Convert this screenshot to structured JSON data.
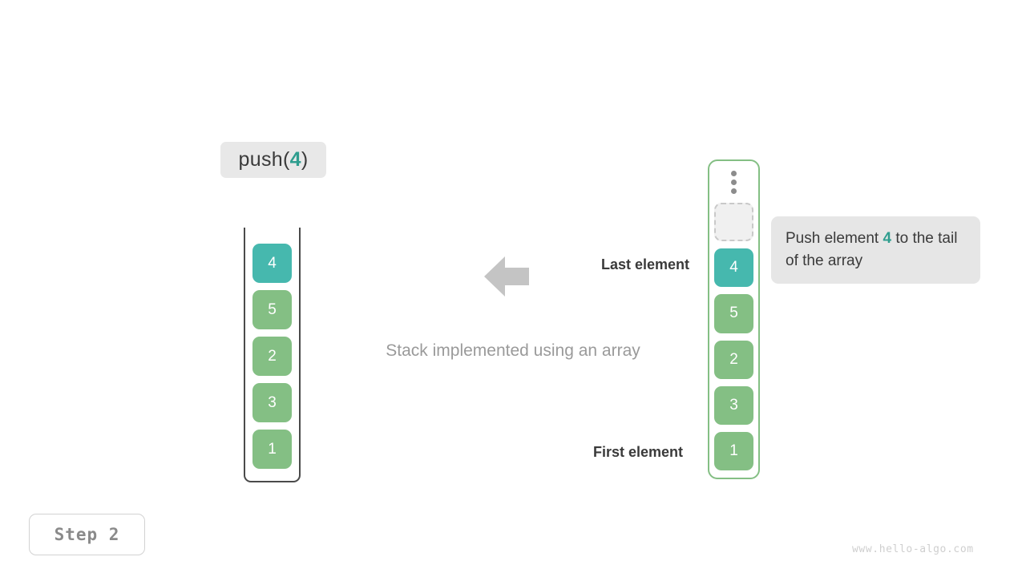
{
  "operation": {
    "prefix": "push(",
    "argument": "4",
    "suffix": ")"
  },
  "stack": {
    "caption": "Stack implemented using an array",
    "items": [
      {
        "value": "4",
        "color": "teal"
      },
      {
        "value": "5",
        "color": "green"
      },
      {
        "value": "2",
        "color": "green"
      },
      {
        "value": "3",
        "color": "green"
      },
      {
        "value": "1",
        "color": "green"
      }
    ]
  },
  "annotations": {
    "last_element": "Last element",
    "first_element": "First element",
    "arrow_direction": "left"
  },
  "array": {
    "ellipsis": "vertical-ellipsis",
    "empty_slot_label": "",
    "items": [
      {
        "value": "4",
        "color": "teal"
      },
      {
        "value": "5",
        "color": "green"
      },
      {
        "value": "2",
        "color": "green"
      },
      {
        "value": "3",
        "color": "green"
      },
      {
        "value": "1",
        "color": "green"
      }
    ]
  },
  "tooltip": {
    "text_before": "Push element ",
    "accent": "4",
    "text_after": " to the tail of the array"
  },
  "footer": {
    "step_label": "Step 2",
    "watermark": "www.hello-algo.com"
  },
  "colors": {
    "teal": "#46b8ae",
    "green": "#84bf84",
    "accent_text": "#2f9e8f",
    "chip_bg": "#e8e8e8",
    "arrow": "#c4c4c4",
    "muted_text": "#9a9a9a",
    "dark_text": "#3a3a3a"
  }
}
